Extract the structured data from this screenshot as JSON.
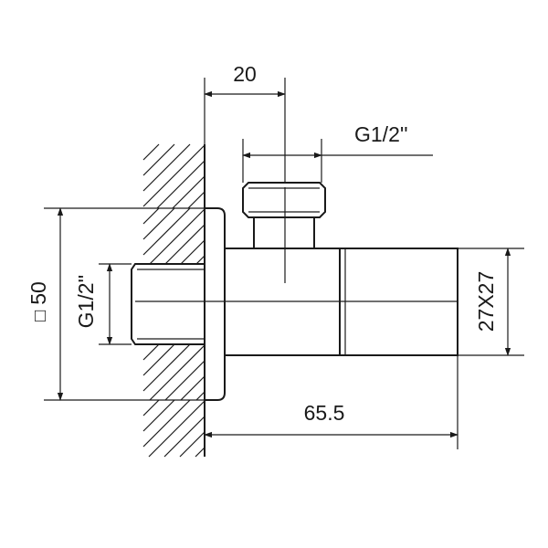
{
  "dimensions": {
    "width_top": "20",
    "thread_top": "G1/2''",
    "square_flange": "50",
    "square_flange_symbol": "□",
    "thread_inlet": "G1/2''",
    "body_section": "27X27",
    "total_length": "65.5"
  }
}
